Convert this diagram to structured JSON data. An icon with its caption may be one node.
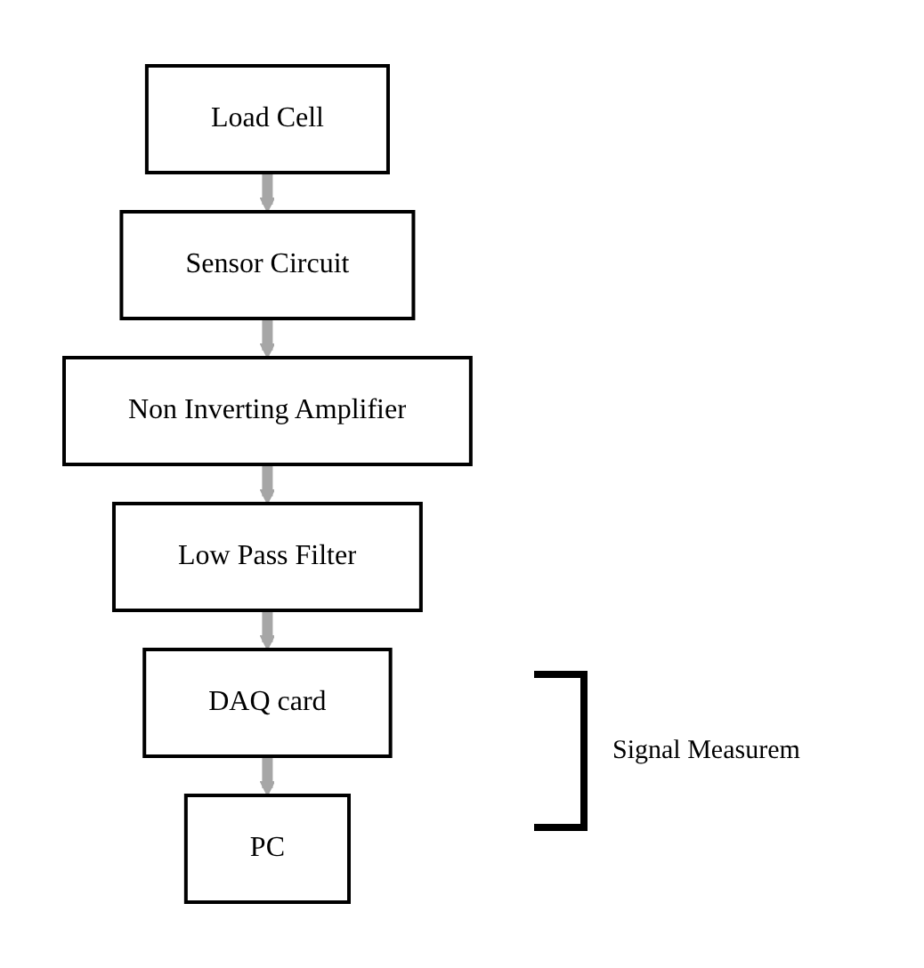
{
  "diagram": {
    "nodes": [
      {
        "text": [
          "Load Cell"
        ]
      },
      {
        "text": [
          "Sensor Circuit"
        ]
      },
      {
        "text": [
          "Non Inverting Amplifier"
        ]
      },
      {
        "text": [
          "Low Pass Filter"
        ]
      },
      {
        "text": [
          "DAQ card"
        ]
      },
      {
        "text": [
          "PC"
        ]
      }
    ],
    "edges": [
      {
        "from": 0,
        "to": 1,
        "arrow": "to"
      },
      {
        "from": 1,
        "to": 2,
        "arrow": "to"
      },
      {
        "from": 2,
        "to": 3,
        "arrow": "to"
      },
      {
        "from": 3,
        "to": 4,
        "arrow": "to"
      },
      {
        "from": 4,
        "to": 5,
        "arrow": "to"
      }
    ],
    "labels": [
      "Signal Measurem"
    ]
  }
}
